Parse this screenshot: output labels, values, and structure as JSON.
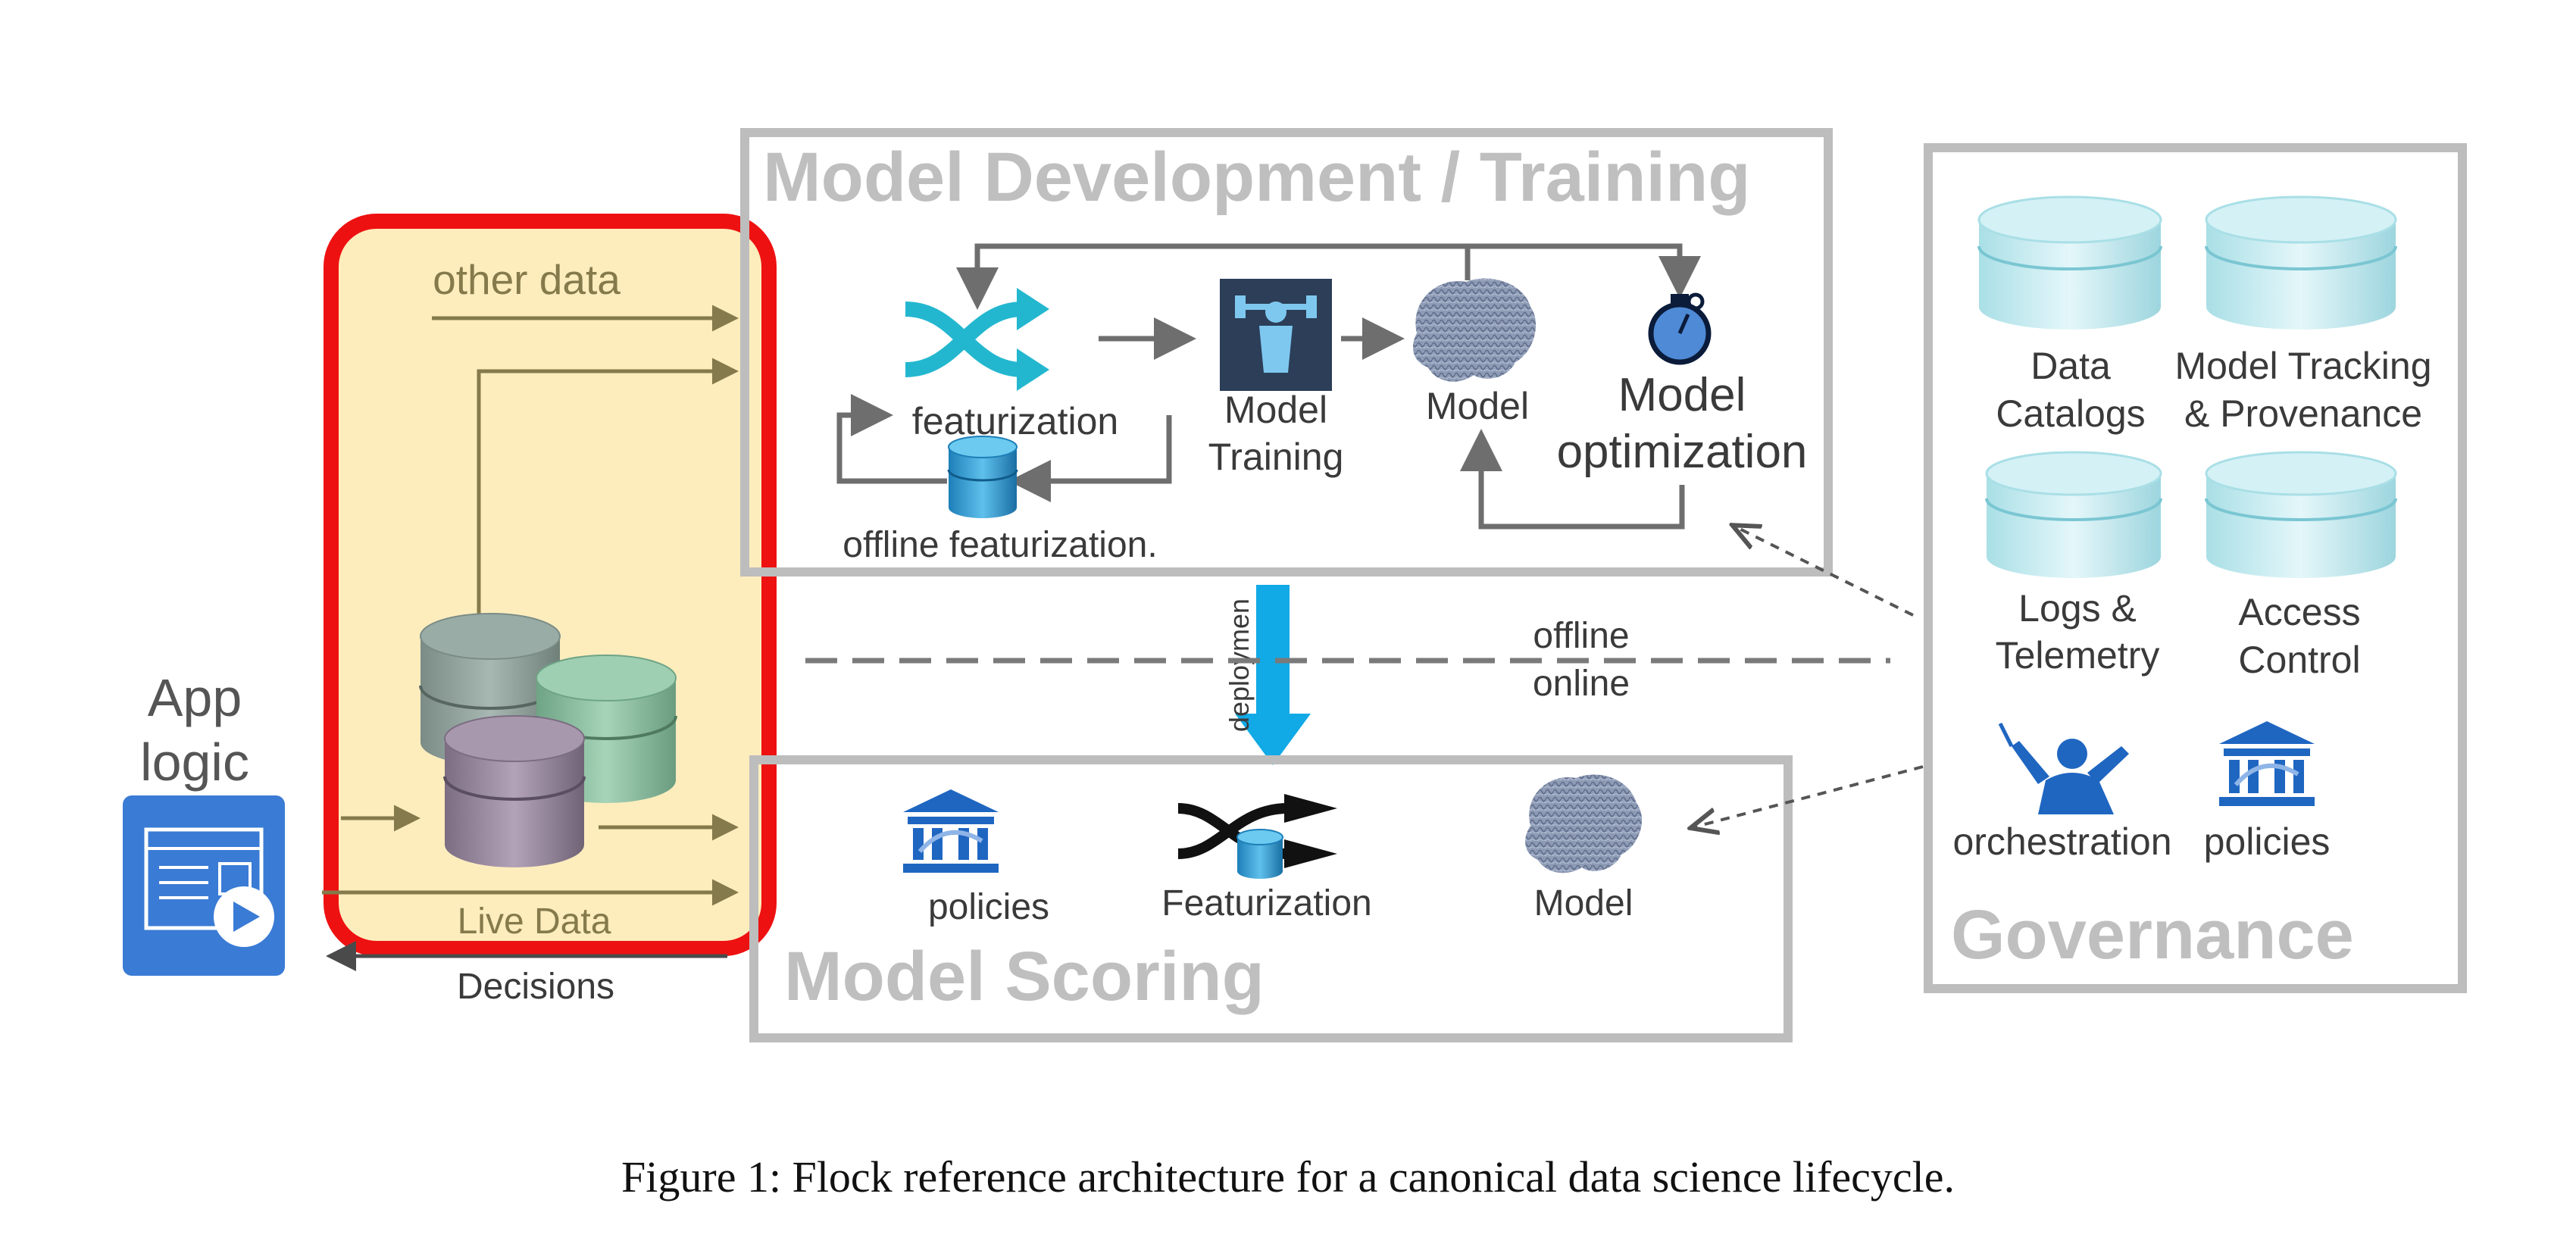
{
  "live_data_box": {
    "other_data": "other data",
    "live_data": "Live Data",
    "decisions": "Decisions"
  },
  "app": {
    "title_line1": "App",
    "title_line2": "logic"
  },
  "training": {
    "title": "Model Development / Training",
    "featurization": "featurization",
    "model_training_line1": "Model",
    "model_training_line2": "Training",
    "model": "Model",
    "model_optimization_line1": "Model",
    "model_optimization_line2": "optimization",
    "offline_featurization": "offline featurization."
  },
  "deployment": {
    "label": "deploymen",
    "offline": "offline",
    "online": "online"
  },
  "scoring": {
    "title": "Model Scoring",
    "policies": "policies",
    "featurization": "Featurization",
    "model": "Model"
  },
  "governance": {
    "title": "Governance",
    "data_catalogs_line1": "Data",
    "data_catalogs_line2": "Catalogs",
    "model_tracking_line1": "Model Tracking",
    "model_tracking_line2": "& Provenance",
    "logs_line1": "Logs &",
    "logs_line2": "Telemetry",
    "access_line1": "Access",
    "access_line2": "Control",
    "orchestration": "orchestration",
    "policies": "policies"
  },
  "caption": "Figure 1: Flock reference architecture for a canonical data science lifecycle.",
  "colors": {
    "box_gray": "#bdbdbd",
    "arrow_gray": "#6e6e6e",
    "olive": "#857a4b",
    "yellow_fill": "#fdedbd",
    "red_border": "#ee1111",
    "blue": "#1f66c1",
    "cyan": "#11a9e6",
    "shuffle_teal": "#23b7cf"
  }
}
